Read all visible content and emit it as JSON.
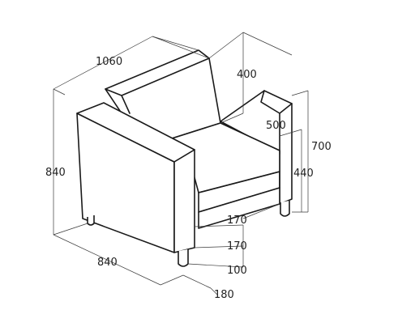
{
  "dimensions": {
    "overall_width": "1060",
    "overall_depth": "840",
    "overall_height": "840",
    "back_depth": "400",
    "seat_depth": "500",
    "back_height": "700",
    "seat_height": "440",
    "armrest_width_a": "170",
    "armrest_width_b": "170",
    "leg_height": "100",
    "leg_offset": "180",
    "bottom_depth": "840"
  },
  "colors": {
    "line": "#1a1a1a",
    "background": "#ffffff"
  }
}
